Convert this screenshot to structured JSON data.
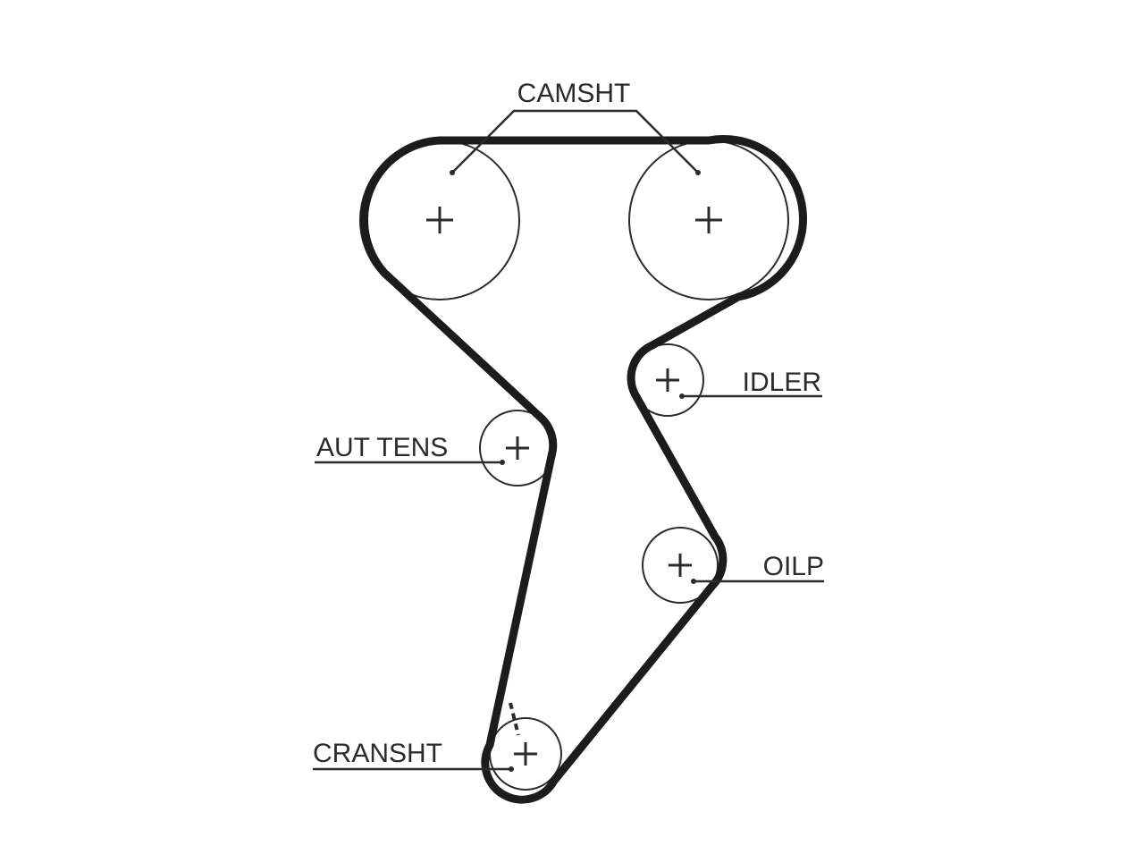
{
  "colors": {
    "background": "#ffffff",
    "belt": "#1c1c1c",
    "pulley_outline": "#2b2b2b",
    "leader_line": "#2b2b2b",
    "label_text": "#2b2b2b"
  },
  "labels": {
    "camshaft": "CAMSHT",
    "idler": "IDLER",
    "auto_tensioner": "AUT TENS",
    "oil_pump": "OILP",
    "crankshaft": "CRANSHT"
  },
  "icons": {
    "pulley_center": "plus-mark",
    "timing_mark": "dashed-line"
  }
}
